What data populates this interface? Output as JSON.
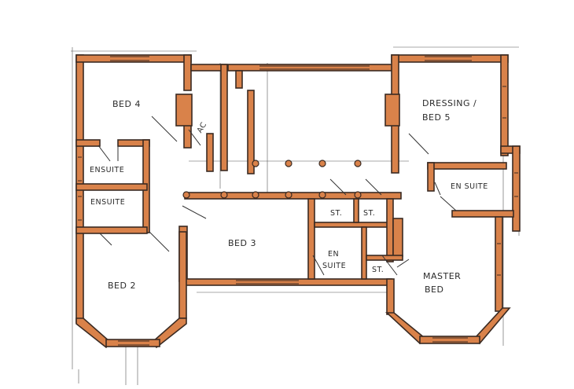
{
  "plan": {
    "wall_color": "#d9824a",
    "wall_edge": "#3a2a22",
    "line_color": "#444444",
    "rooms": {
      "bed4": "BED 4",
      "ac": "AC",
      "dressing_line1": "DRESSING /",
      "dressing_line2": "BED 5",
      "ensuite_a": "ENSUITE",
      "ensuite_b": "ENSUITE",
      "ensuite_right": "EN SUITE",
      "st1": "ST.",
      "st2": "ST.",
      "st3": "ST.",
      "bed3": "BED 3",
      "en_suite_line1": "EN",
      "en_suite_line2": "SUITE",
      "bed2": "BED 2",
      "master_line1": "MASTER",
      "master_line2": "BED"
    }
  }
}
